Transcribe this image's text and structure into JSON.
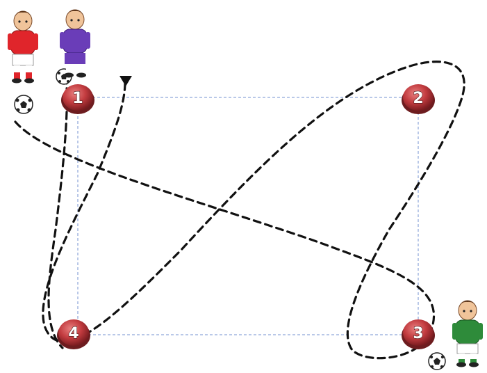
{
  "diagram": {
    "cones": [
      {
        "id": "1",
        "label": "1"
      },
      {
        "id": "2",
        "label": "2"
      },
      {
        "id": "3",
        "label": "3"
      },
      {
        "id": "4",
        "label": "4"
      }
    ],
    "players": [
      {
        "name": "player-red",
        "shirt": "#e0252b",
        "shorts": "#ffffff"
      },
      {
        "name": "player-purple",
        "shirt": "#6a3db8",
        "shorts": "#6a3db8"
      },
      {
        "name": "player-green",
        "shirt": "#2e8b3a",
        "shorts": "#ffffff"
      }
    ],
    "colors": {
      "cone": "#b8363a",
      "square_line": "#b9c8e8",
      "path": "#111111"
    }
  }
}
